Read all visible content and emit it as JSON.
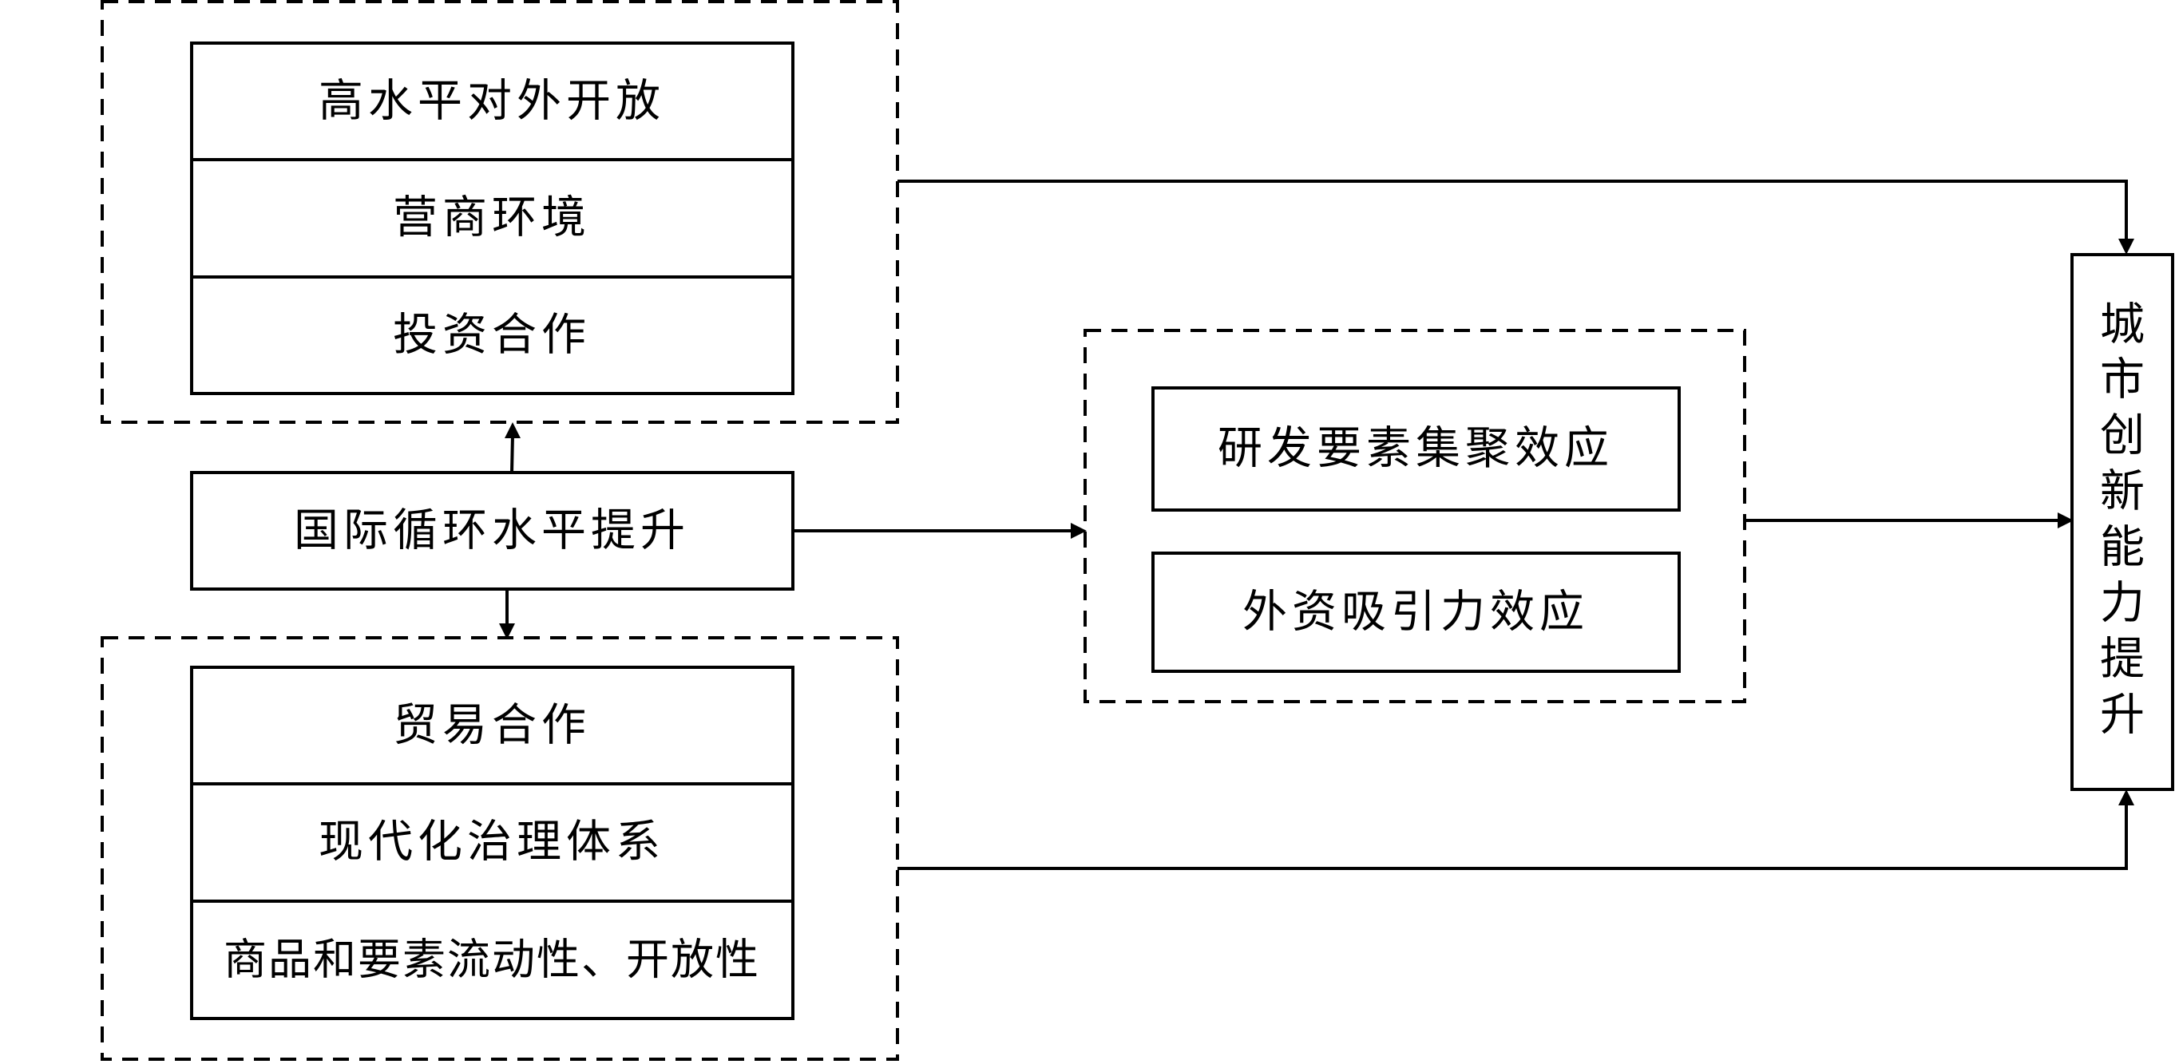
{
  "top_group": {
    "items": [
      "高水平对外开放",
      "营商环境",
      "投资合作"
    ]
  },
  "source_node": {
    "label": "国际循环水平提升"
  },
  "bottom_group": {
    "items": [
      "贸易合作",
      "现代化治理体系",
      "商品和要素流动性、开放性"
    ]
  },
  "effects_group": {
    "items": [
      "研发要素集聚效应",
      "外资吸引力效应"
    ]
  },
  "target_node": {
    "chars": [
      "城",
      "市",
      "创",
      "新",
      "能",
      "力",
      "提",
      "升"
    ]
  }
}
